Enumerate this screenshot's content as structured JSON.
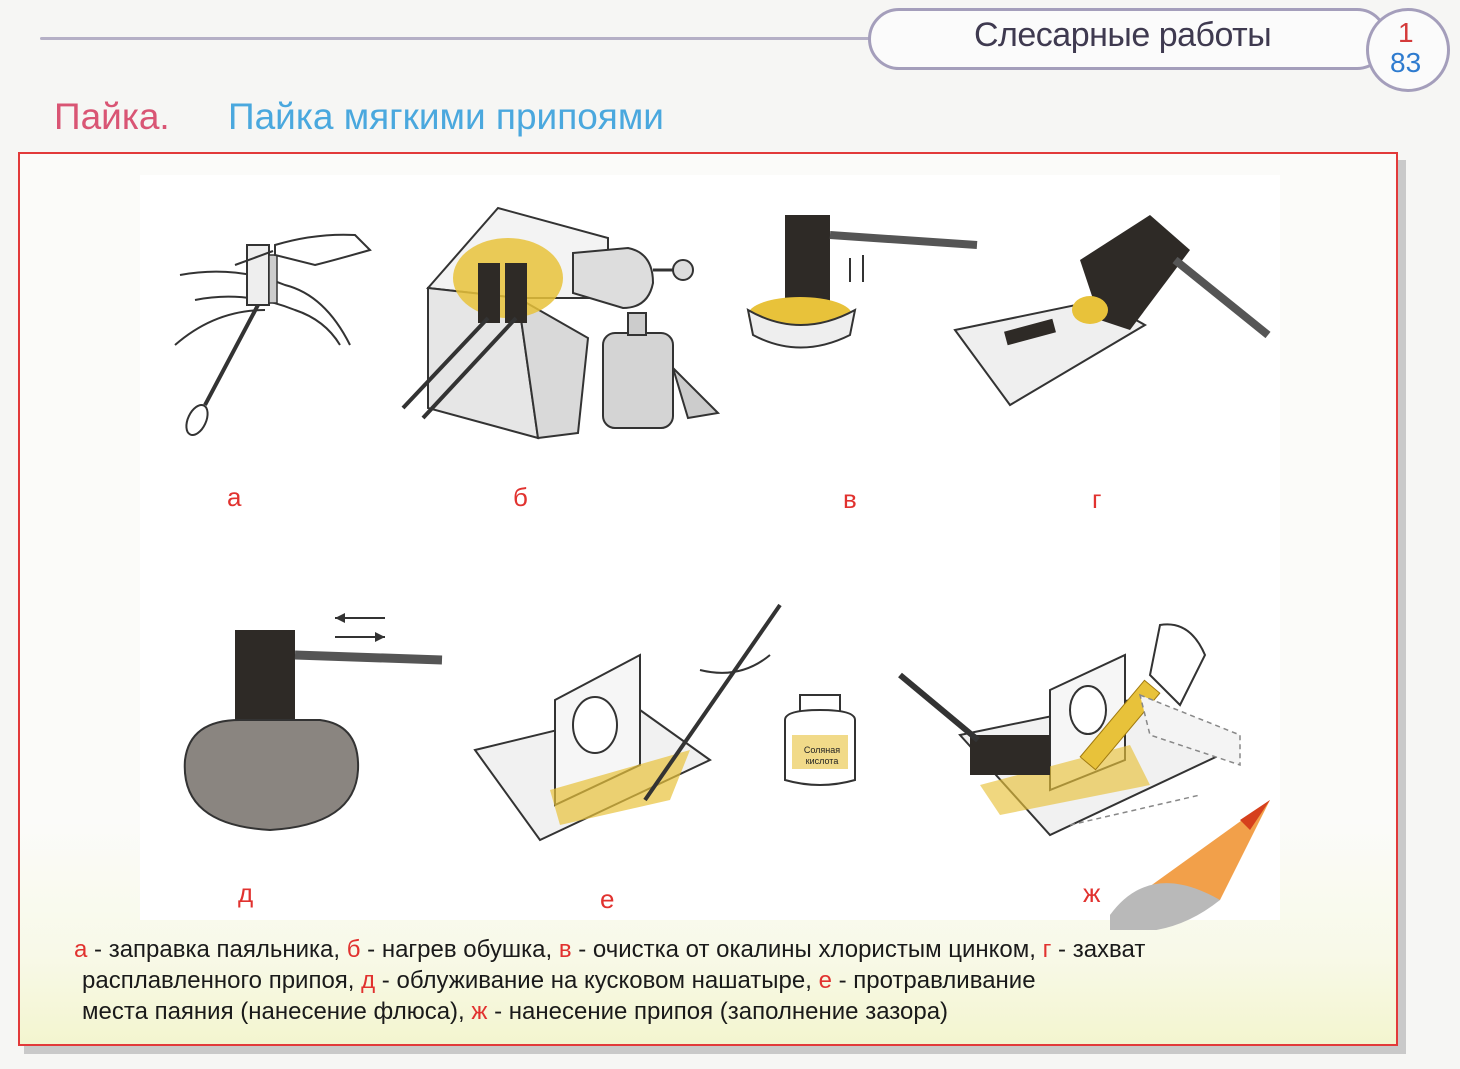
{
  "header": {
    "section_title": "Слесарные работы",
    "page_top": "1",
    "page_bottom": "83"
  },
  "title": {
    "main": "Пайка.",
    "sub": "Пайка мягкими припоями"
  },
  "figures": [
    {
      "letter": "а"
    },
    {
      "letter": "б"
    },
    {
      "letter": "в"
    },
    {
      "letter": "г"
    },
    {
      "letter": "д"
    },
    {
      "letter": "е"
    },
    {
      "letter": "ж"
    }
  ],
  "labels": {
    "jar": [
      "Соляная",
      "кислота"
    ]
  },
  "caption": [
    {
      "key": "а",
      "text": " - заправка паяльника, "
    },
    {
      "key": "б",
      "text": " - нагрев обушка, "
    },
    {
      "key": "в",
      "text": " - очистка от окалины хлористым цинком, "
    },
    {
      "key": "г",
      "text": " - захват"
    },
    {
      "text": "расплавленного припоя,  "
    },
    {
      "key": "д",
      "text": " - облуживание на кусковом нашатыре, "
    },
    {
      "key": "е",
      "text": " - протравливание"
    },
    {
      "text": "места паяния (нанесение флюса), "
    },
    {
      "key": "ж",
      "text": " - нанесение припоя (заполнение зазора)"
    }
  ],
  "colors": {
    "accent_red": "#e1322f",
    "title_pink": "#d95574",
    "title_blue": "#4aa8de",
    "flux_yellow": "#e8c23a",
    "iron_dark": "#2e2a26"
  }
}
